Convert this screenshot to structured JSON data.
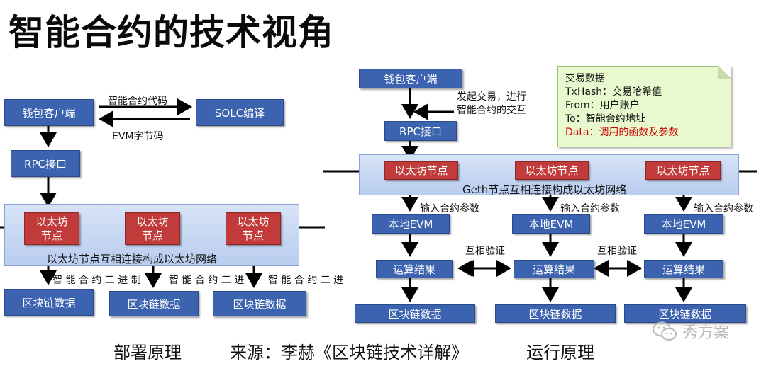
{
  "title": "智能合约的技术视角",
  "left": {
    "wallet": "钱包客户端",
    "solc": "SOLC编译",
    "code_label": "智能合约代码",
    "bytecode_label": "EVM字节码",
    "rpc": "RPC接口",
    "nodes": [
      "以太坊\n节点",
      "以太坊\n节点",
      "以太坊\n节点"
    ],
    "network_label": "以太坊节点互相连接构成以太坊网络",
    "binary_labels": [
      "智 能 合 约 二 进 制",
      "智 能 合 约 二 进",
      "智 能 合 约 二 进"
    ],
    "chains": [
      "区块链数据",
      "区块链数据",
      "区块链数据"
    ]
  },
  "right": {
    "wallet": "钱包客户端",
    "initiate_label_1": "发起交易，进行",
    "initiate_label_2": "智能合约的交互",
    "rpc": "RPC接口",
    "nodes": [
      "以太坊节点",
      "以太坊节点",
      "以太坊节点"
    ],
    "network_label": "Geth节点互相连接构成以太坊网络",
    "input_labels": [
      "输入合约参数",
      "输入合约参数",
      "输入合约参数"
    ],
    "evms": [
      "本地EVM",
      "本地EVM",
      "本地EVM"
    ],
    "verify_labels": [
      "互相验证",
      "互相验证"
    ],
    "results": [
      "运算结果",
      "运算结果",
      "运算结果"
    ],
    "chains": [
      "区块链数据",
      "区块链数据",
      "区块链数据"
    ]
  },
  "note": {
    "line1": "交易数据",
    "line2": "TxHash：交易哈希值",
    "line3": "From：用户账户",
    "line4": "To：智能合约地址",
    "line5": "Data：调用的函数及参数",
    "highlight_color": "#cc0000"
  },
  "footer": {
    "left": "部署原理",
    "middle": "来源：李赫《区块链技术详解》",
    "right": "运行原理"
  },
  "watermark": "秀方案",
  "colors": {
    "blue_box": "#3b63b0",
    "red_box": "#c13b3b",
    "note_bg": "#e9f9cf"
  }
}
